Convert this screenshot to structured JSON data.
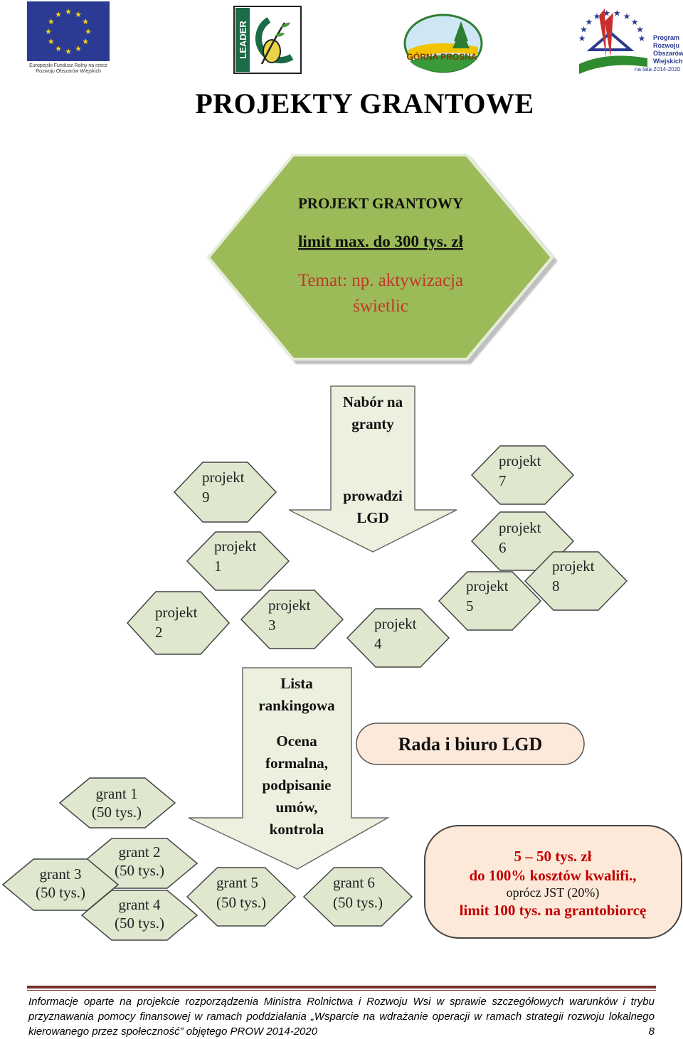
{
  "title": "PROJEKTY GRANTOWE",
  "logos": {
    "eu": {
      "caption_line1": "Europejski Fundusz Rolny na rzecz",
      "caption_line2": "Rozwoju Obszarów Wiejskich"
    },
    "leader": {
      "text": "LEADER"
    },
    "lgd": {
      "text": "GÓRNA PROSNA"
    },
    "prow": {
      "line1": "Program",
      "line2": "Rozwoju",
      "line3": "Obszarów",
      "line4": "Wiejskich",
      "line5": "na lata 2014-2020"
    }
  },
  "main_hexagon": {
    "heading": "PROJEKT GRANTOWY",
    "limit": "limit max.  do 300 tys. zł",
    "topic_line1": "Temat:  np. aktywizacja",
    "topic_line2": "świetlic"
  },
  "arrow_nabor": {
    "line1": "Nabór na",
    "line2": "granty",
    "line3": "prowadzi",
    "line4": "LGD"
  },
  "projects": [
    {
      "id": "9",
      "l1": "projekt",
      "l2": "9"
    },
    {
      "id": "1",
      "l1": "projekt",
      "l2": "1"
    },
    {
      "id": "2",
      "l1": "projekt",
      "l2": "2"
    },
    {
      "id": "3",
      "l1": "projekt",
      "l2": "3"
    },
    {
      "id": "4",
      "l1": "projekt",
      "l2": "4"
    },
    {
      "id": "5",
      "l1": "projekt",
      "l2": "5"
    },
    {
      "id": "7",
      "l1": "projekt",
      "l2": "7"
    },
    {
      "id": "6",
      "l1": "projekt",
      "l2": "6"
    },
    {
      "id": "8",
      "l1": "projekt",
      "l2": "8"
    }
  ],
  "arrow_lista": {
    "line1": "Lista",
    "line2": "rankingowa",
    "line3": "Ocena",
    "line4": "formalna,",
    "line5": "podpisanie",
    "line6": "umów,",
    "line7": "kontrola"
  },
  "rada_box": {
    "text": "Rada i biuro LGD"
  },
  "info_box": {
    "line1": "5 – 50 tys. zł",
    "line2": "do 100% kosztów kwalifi.,",
    "line3": "oprócz JST (20%)",
    "line4": "limit 100 tys. na grantobiorcę"
  },
  "grants": [
    {
      "id": "1",
      "l1": "grant 1",
      "l2": "(50  tys.)"
    },
    {
      "id": "2",
      "l1": "grant 2",
      "l2": "(50  tys.)"
    },
    {
      "id": "3",
      "l1": "grant 3",
      "l2": "(50  tys.)"
    },
    {
      "id": "4",
      "l1": "grant 4",
      "l2": "(50 tys.)"
    },
    {
      "id": "5",
      "l1": "grant 5",
      "l2": "(50 tys.)"
    },
    {
      "id": "6",
      "l1": "grant 6",
      "l2": "(50 tys.)"
    }
  ],
  "footer": {
    "text": "Informacje oparte na projekcie rozporządzenia Ministra Rolnictwa i Rozwoju Wsi w sprawie szczegółowych warunków i trybu przyznawania pomocy finansowej w ramach poddziałania „Wsparcie na wdrażanie operacji w ramach strategii rozwoju lokalnego kierowanego przez społeczność” objętego PROW 2014-2020",
    "page": "8"
  },
  "colors": {
    "main_hex_fill": "#9bbb59",
    "small_hex_fill": "#dfe8cf",
    "arrow_fill": "#ebf1de",
    "rada_fill": "#fde9d9",
    "info_fill": "#fde9d9",
    "topic_text": "#c0392b",
    "info_text": "#c00000"
  }
}
